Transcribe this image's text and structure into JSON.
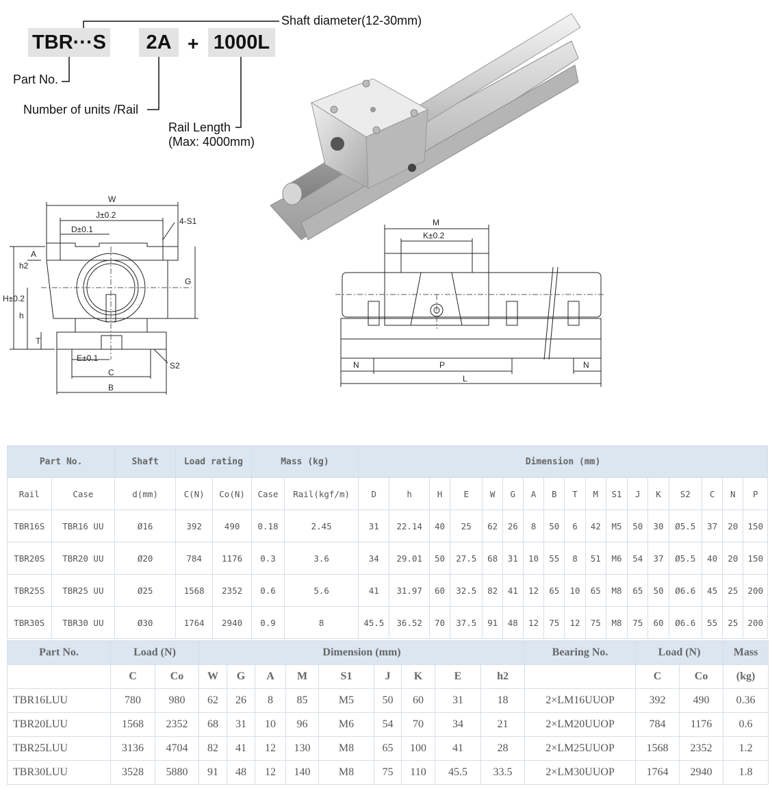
{
  "code": {
    "part": "TBR···S",
    "units": "2A",
    "plus": "+",
    "length": "1000L",
    "shaft_label": "Shaft diameter(12-30mm)",
    "part_label": "Part No.",
    "units_label": "Number of units /Rail",
    "length_label_1": "Rail Length",
    "length_label_2": "(Max: 4000mm)"
  },
  "front_dims": {
    "W": "W",
    "J": "J±0.2",
    "D": "D±0.1",
    "S1": "4-S1",
    "A": "A",
    "h2": "h2",
    "H": "H±0.2",
    "h": "h",
    "G": "G",
    "T": "T",
    "E": "E±0.1",
    "C": "C",
    "B": "B",
    "S2": "S2"
  },
  "side_dims": {
    "M": "M",
    "K": "K±0.2",
    "N": "N",
    "P": "P",
    "L": "L"
  },
  "table1": {
    "group_headers": [
      "Part No.",
      "Shaft",
      "Load rating",
      "Mass (kg)",
      "Dimension (mm)"
    ],
    "sub_headers": [
      "Rail",
      "Case",
      "d(mm)",
      "C(N)",
      "Co(N)",
      "Case",
      "Rail(kgf/m)",
      "D",
      "h",
      "H",
      "E",
      "W",
      "G",
      "A",
      "B",
      "T",
      "M",
      "S1",
      "J",
      "K",
      "S2",
      "C",
      "N",
      "P"
    ],
    "rows": [
      [
        "TBR16S",
        "TBR16 UU",
        "Ø16",
        "392",
        "490",
        "0.18",
        "2.45",
        "31",
        "22.14",
        "40",
        "25",
        "62",
        "26",
        "8",
        "50",
        "6",
        "42",
        "M5",
        "50",
        "30",
        "Ø5.5",
        "37",
        "20",
        "150"
      ],
      [
        "TBR20S",
        "TBR20 UU",
        "Ø20",
        "784",
        "1176",
        "0.3",
        "3.6",
        "34",
        "29.01",
        "50",
        "27.5",
        "68",
        "31",
        "10",
        "55",
        "8",
        "51",
        "M6",
        "54",
        "37",
        "Ø5.5",
        "40",
        "20",
        "150"
      ],
      [
        "TBR25S",
        "TBR25 UU",
        "Ø25",
        "1568",
        "2352",
        "0.6",
        "5.6",
        "41",
        "31.97",
        "60",
        "32.5",
        "82",
        "41",
        "12",
        "65",
        "10",
        "65",
        "M8",
        "65",
        "50",
        "Ø6.6",
        "45",
        "25",
        "200"
      ],
      [
        "TBR30S",
        "TBR30 UU",
        "Ø30",
        "1764",
        "2940",
        "0.9",
        "8",
        "45.5",
        "36.52",
        "70",
        "37.5",
        "91",
        "48",
        "12",
        "75",
        "12",
        "75",
        "M8",
        "75",
        "60",
        "Ø6.6",
        "55",
        "25",
        "200"
      ]
    ]
  },
  "table2": {
    "group_headers": [
      "Part No.",
      "Load (N)",
      "Dimension (mm)",
      "Bearing No.",
      "Load (N)",
      "Mass"
    ],
    "sub_headers": [
      "",
      "C",
      "Co",
      "W",
      "G",
      "A",
      "M",
      "S1",
      "J",
      "K",
      "E",
      "h2",
      "",
      "C",
      "Co",
      "(kg)"
    ],
    "rows": [
      [
        "TBR16LUU",
        "780",
        "980",
        "62",
        "26",
        "8",
        "85",
        "M5",
        "50",
        "60",
        "31",
        "18",
        "2×LM16UUOP",
        "392",
        "490",
        "0.36"
      ],
      [
        "TBR20LUU",
        "1568",
        "2352",
        "68",
        "31",
        "10",
        "96",
        "M6",
        "54",
        "70",
        "34",
        "21",
        "2×LM20UUOP",
        "784",
        "1176",
        "0.6"
      ],
      [
        "TBR25LUU",
        "3136",
        "4704",
        "82",
        "41",
        "12",
        "130",
        "M8",
        "65",
        "100",
        "41",
        "28",
        "2×LM25UUOP",
        "1568",
        "2352",
        "1.2"
      ],
      [
        "TBR30LUU",
        "3528",
        "5880",
        "91",
        "48",
        "12",
        "140",
        "M8",
        "75",
        "110",
        "45.5",
        "33.5",
        "2×LM30UUOP",
        "1764",
        "2940",
        "1.8"
      ]
    ]
  }
}
